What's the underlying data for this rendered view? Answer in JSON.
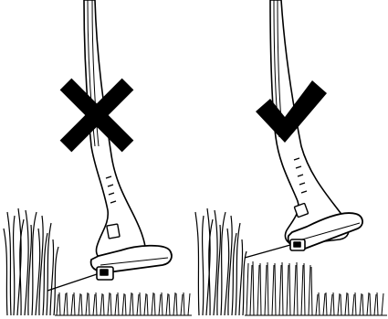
{
  "figure": {
    "panels": [
      {
        "id": "incorrect",
        "marker": "cross-icon",
        "meaning": "wrong"
      },
      {
        "id": "correct",
        "marker": "checkmark-icon",
        "meaning": "right"
      }
    ],
    "colors": {
      "ink": "#000000",
      "paper": "#ffffff"
    }
  }
}
